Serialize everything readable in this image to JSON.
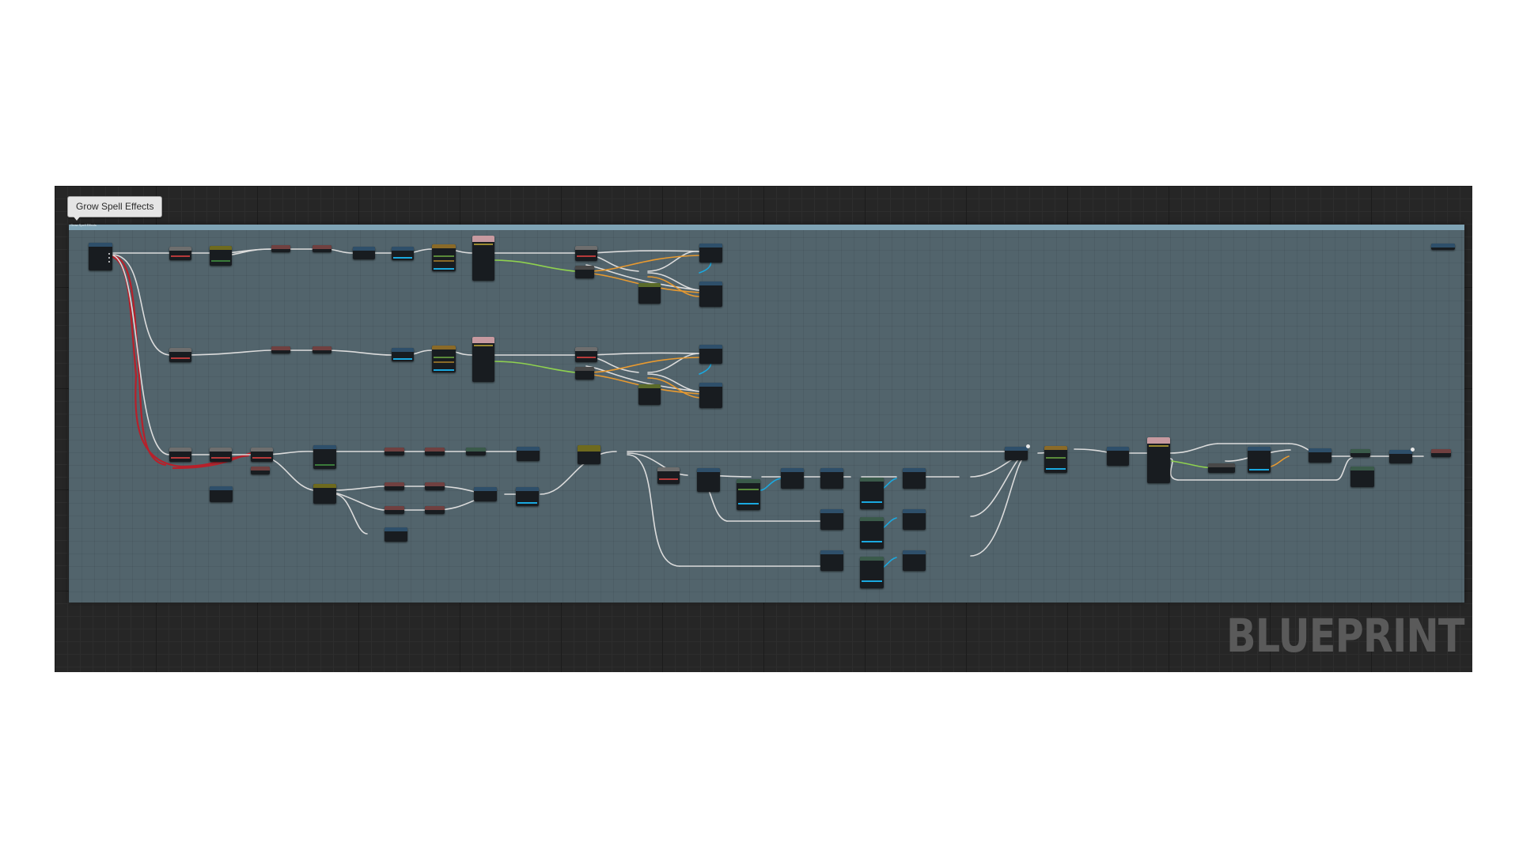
{
  "graph": {
    "comment_title": "Grow Spell Effects",
    "comment_header_text": "Grow Spell Effects",
    "watermark": "BLUEPRINT"
  },
  "colors": {
    "graph_background": "#262626",
    "comment_box": "#52646c",
    "comment_header": "#7fa3b4",
    "exec_wire": "#e0e0e0",
    "object_wire": "#1aa9e0",
    "float_wire": "#a6e05a",
    "struct_wire": "#f0a030",
    "event_wire": "#c0202a",
    "node_body": "#181c20",
    "node_header_function": "#2e4f6a",
    "node_header_pure": "#5a6b2a",
    "node_header_macro": "#6e6e6e",
    "node_header_timeline": "#c79aa0"
  },
  "icons": {
    "exec_pin": "exec-pin-icon",
    "data_pin": "data-pin-icon",
    "reroute": "reroute-node-icon"
  }
}
